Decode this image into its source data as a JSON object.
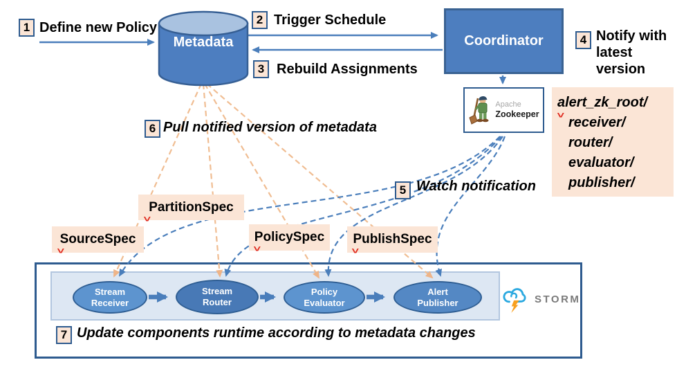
{
  "steps": [
    {
      "num": "1",
      "label": "Define new Policy"
    },
    {
      "num": "2",
      "label": "Trigger Schedule"
    },
    {
      "num": "3",
      "label": "Rebuild Assignments"
    },
    {
      "num": "4",
      "label": "Notify with latest version"
    },
    {
      "num": "5",
      "label": "Watch notification"
    },
    {
      "num": "6",
      "label": "Pull notified version of metadata"
    },
    {
      "num": "7",
      "label": "Update components runtime according to metadata changes"
    }
  ],
  "nodes": {
    "metadata": {
      "label": "Metadata"
    },
    "coordinator": {
      "label": "Coordinator"
    },
    "zookeeper": {
      "brand": "Apache",
      "name": "Zookeeper"
    }
  },
  "zk_paths": {
    "root": "alert_zk_root/",
    "children": [
      "receiver/",
      "router/",
      "evaluator/",
      "publisher/"
    ]
  },
  "specs": [
    {
      "label": "SourceSpec"
    },
    {
      "label": "PartitionSpec"
    },
    {
      "label": "PolicySpec"
    },
    {
      "label": "PublishSpec"
    }
  ],
  "storm": {
    "logo_text": "STORM",
    "components": [
      {
        "line1": "Stream",
        "line2": "Receiver"
      },
      {
        "line1": "Stream",
        "line2": "Router"
      },
      {
        "line1": "Policy",
        "line2": "Evaluator"
      },
      {
        "line1": "Alert",
        "line2": "Publisher"
      }
    ]
  },
  "colors": {
    "accent_blue": "#4a7ebb",
    "dark_border": "#2e5b8f",
    "peach": "#fbe5d6",
    "orange_dash": "#f0bd92",
    "panel_light": "#dde7f3",
    "storm_gray": "#7a7a7a"
  }
}
